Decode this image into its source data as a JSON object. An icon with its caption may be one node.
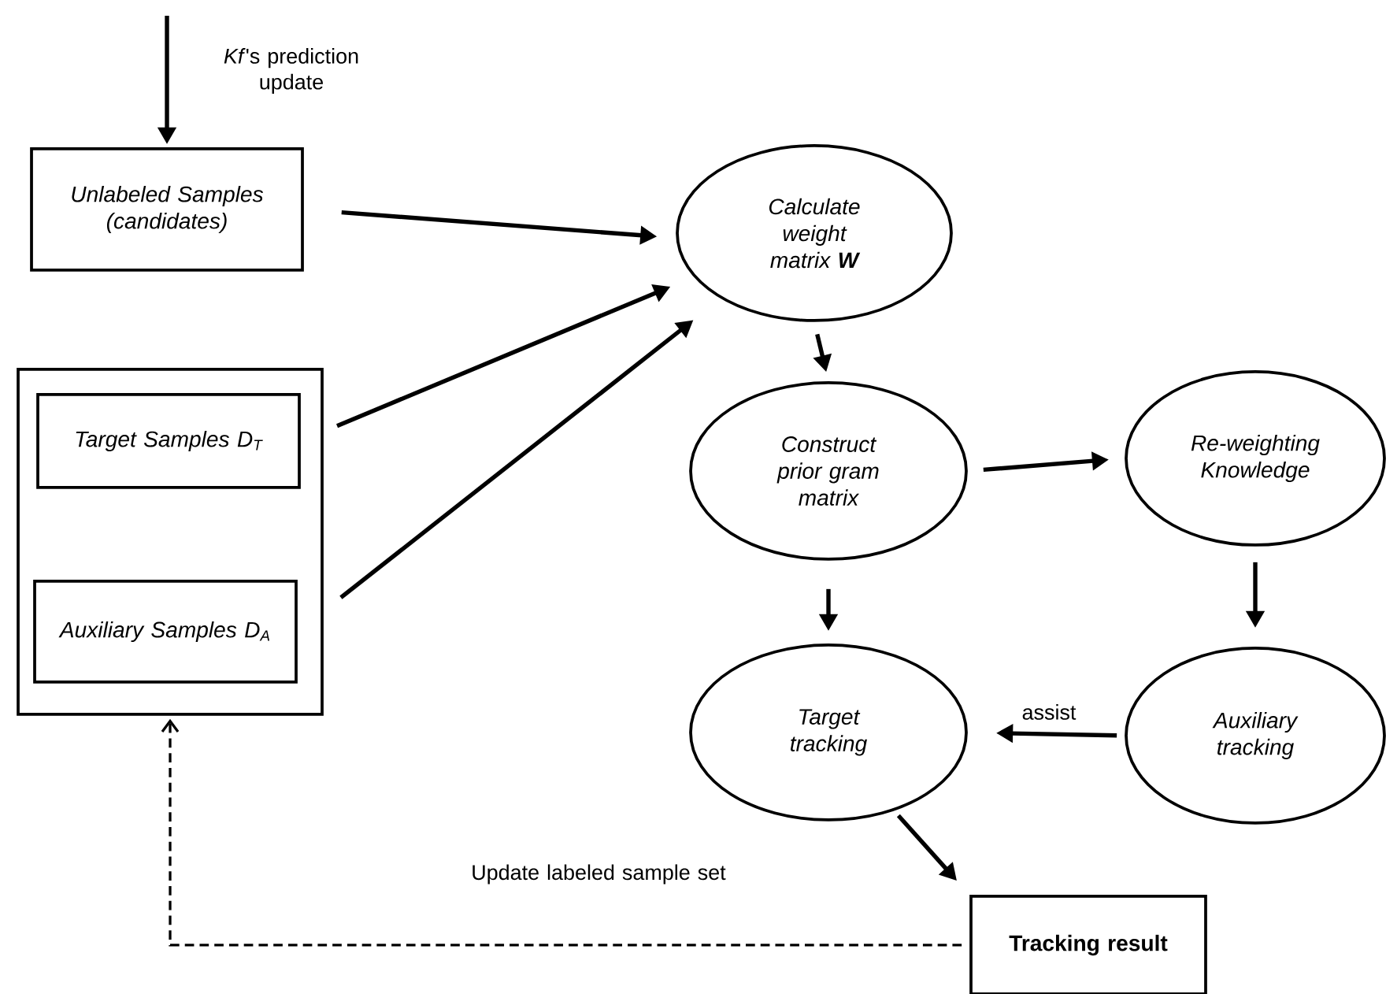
{
  "diagram": {
    "nodes": [
      {
        "text": [
          "Unlabeled Samples (candidates)"
        ]
      },
      {
        "text": [],
        "shape": "box"
      },
      {
        "text": [
          "Target Samples D$_{T}$"
        ],
        "in": 1
      },
      {
        "text": [
          "Auxiliary Samples D$_{A}$"
        ],
        "in": 1
      },
      {
        "text": [
          "Calculate weight matrix **W**"
        ]
      },
      {
        "text": [
          "Construct prior gram matrix"
        ]
      },
      {
        "text": [
          "Re-weighting Knowledge"
        ]
      },
      {
        "text": [
          "Target tracking"
        ]
      },
      {
        "text": [
          "Auxiliary tracking"
        ]
      },
      {
        "text": [
          "Tracking result"
        ]
      }
    ],
    "edges": [
      {
        "from": null,
        "to": 0,
        "arrow": "to",
        "label": "*Kf*'s prediction update"
      },
      {
        "from": 0,
        "to": 4,
        "arrow": "to"
      },
      {
        "from": 2,
        "to": 4,
        "arrow": "to"
      },
      {
        "from": 3,
        "to": 4,
        "arrow": "to"
      },
      {
        "from": 4,
        "to": 5,
        "arrow": "to"
      },
      {
        "from": 5,
        "to": 6,
        "arrow": "to"
      },
      {
        "from": 5,
        "to": 7,
        "arrow": "to"
      },
      {
        "from": 6,
        "to": 8,
        "arrow": "to"
      },
      {
        "from": 8,
        "to": 7,
        "arrow": "to",
        "label": "assist"
      },
      {
        "from": 7,
        "to": 9,
        "arrow": "to"
      },
      {
        "from": 9,
        "to": 1,
        "arrow": "to",
        "style": "dashed",
        "label": "Update labeled sample set"
      }
    ]
  }
}
